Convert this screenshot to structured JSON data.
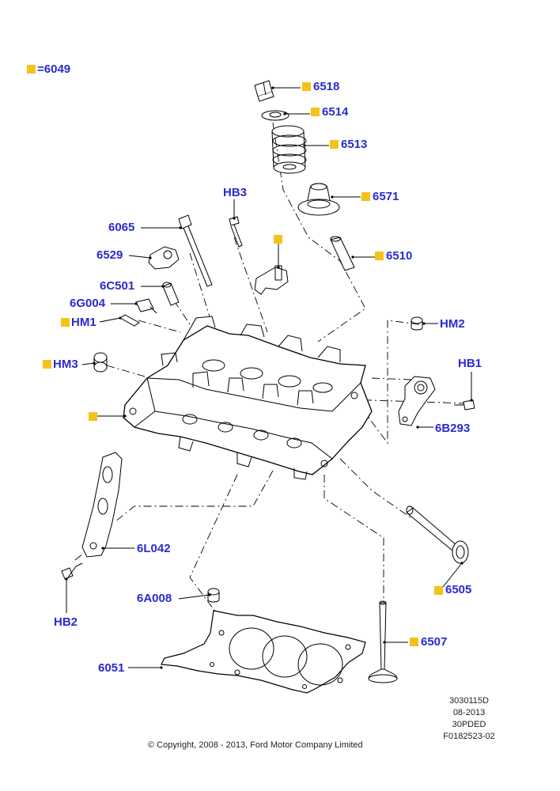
{
  "legend": {
    "equals_label": "=6049"
  },
  "callouts": {
    "c6518": "6518",
    "c6514": "6514",
    "c6513": "6513",
    "c6571": "6571",
    "c6510": "6510",
    "cHB3": "HB3",
    "c6065": "6065",
    "c6529": "6529",
    "c6C501": "6C501",
    "c6G004": "6G004",
    "cHM1": "HM1",
    "cHM2": "HM2",
    "cHB1": "HB1",
    "cHM3": "HM3",
    "c6B293": "6B293",
    "c6L042": "6L042",
    "cHB2": "HB2",
    "c6505": "6505",
    "c6A008": "6A008",
    "c6507": "6507",
    "c6051": "6051"
  },
  "footer": {
    "ref1": "3030115D",
    "ref2": "08-2013",
    "ref3": "30PDED",
    "ref4": "F0182523-02",
    "copyright": "© Copyright, 2008 - 2013, Ford Motor Company Limited"
  },
  "colors": {
    "label": "#2a2ad2",
    "marker": "#f5c21b",
    "line": "#000000"
  }
}
